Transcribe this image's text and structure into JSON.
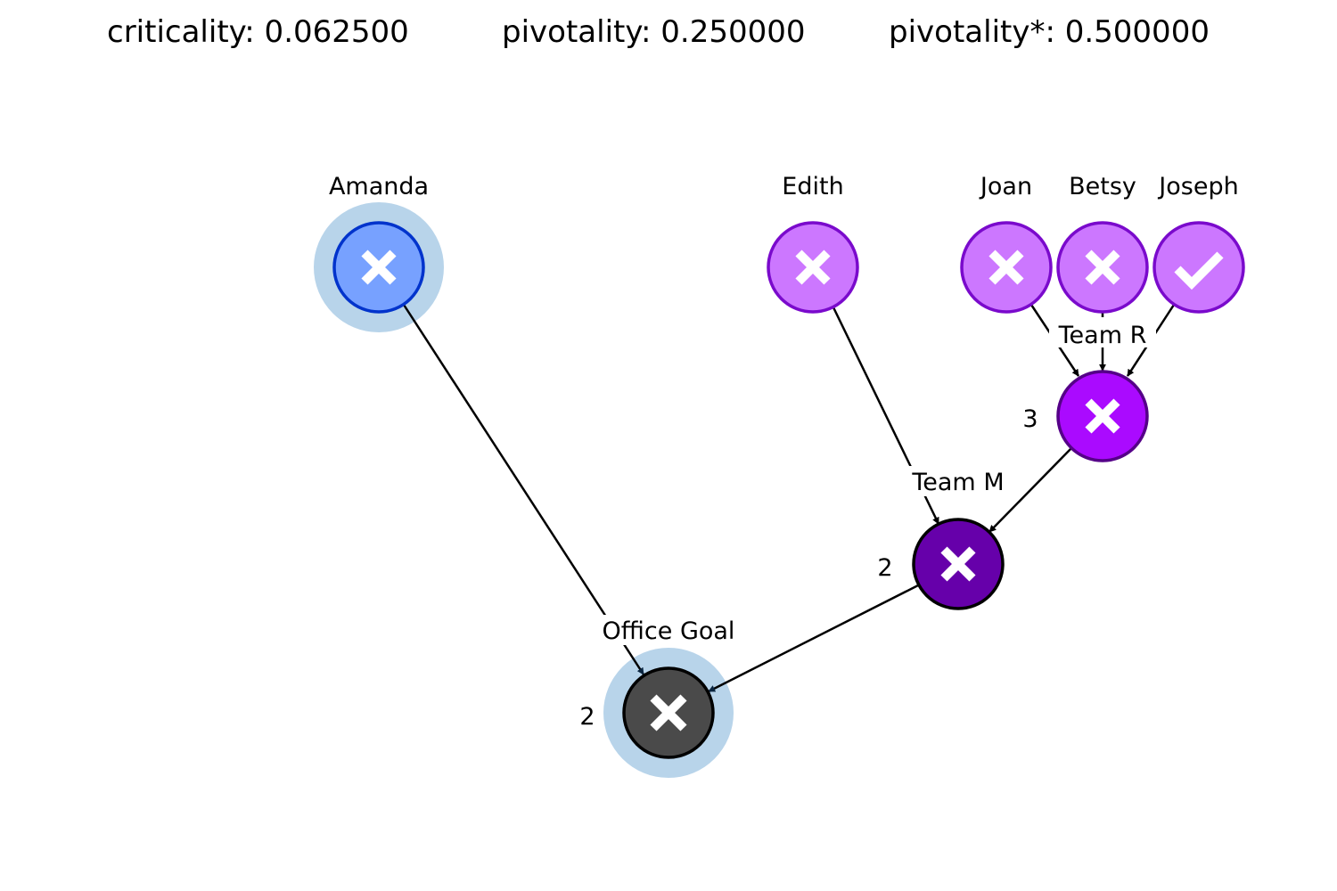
{
  "metrics": {
    "criticality": "criticality: 0.062500",
    "pivotality": "pivotality: 0.250000",
    "pivotality_star": "pivotality*: 0.500000"
  },
  "nodes": {
    "amanda": {
      "label": "Amanda",
      "state": "fail",
      "fill": "#77a1ff",
      "stroke": "#0033cc",
      "highlight": true
    },
    "edith": {
      "label": "Edith",
      "state": "fail",
      "fill": "#cc77ff",
      "stroke": "#7a0acc"
    },
    "joan": {
      "label": "Joan",
      "state": "fail",
      "fill": "#cc77ff",
      "stroke": "#7a0acc"
    },
    "betsy": {
      "label": "Betsy",
      "state": "fail",
      "fill": "#cc77ff",
      "stroke": "#7a0acc"
    },
    "joseph": {
      "label": "Joseph",
      "state": "success",
      "fill": "#cc77ff",
      "stroke": "#7a0acc"
    },
    "team_r": {
      "label": "Team R",
      "threshold": "3",
      "state": "fail",
      "fill": "#aa0aff",
      "stroke": "#550088"
    },
    "team_m": {
      "label": "Team M",
      "threshold": "2",
      "state": "fail",
      "fill": "#6600aa",
      "stroke": "#000000"
    },
    "office_goal": {
      "label": "Office Goal",
      "threshold": "2",
      "state": "fail",
      "fill": "#4a4a4a",
      "stroke": "#000000",
      "highlight": true
    }
  },
  "colors": {
    "highlight_ring": "#b8d4ea",
    "edge": "#000000",
    "mark": "#ffffff"
  },
  "icons": {
    "fail": "x-mark-icon",
    "success": "check-mark-icon"
  }
}
